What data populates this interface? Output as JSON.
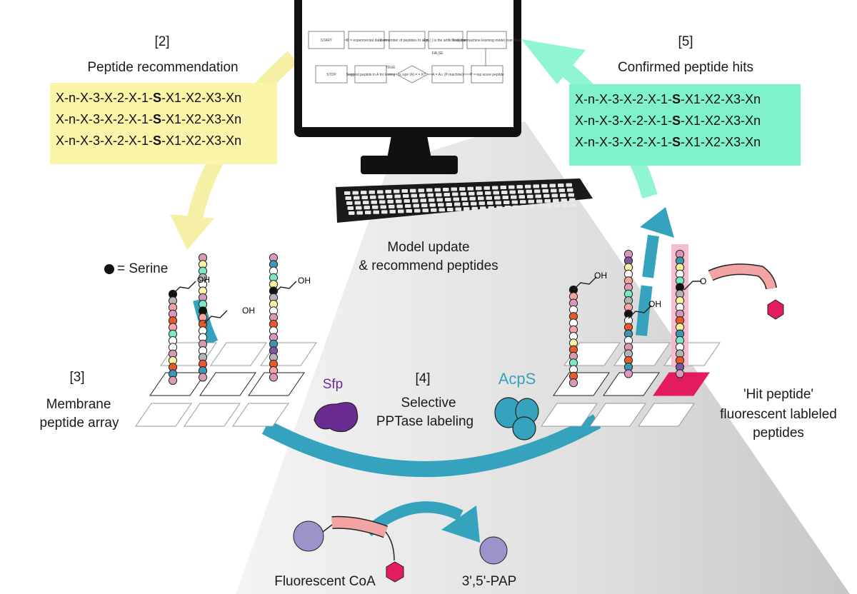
{
  "labels": {
    "step2_num": "[2]",
    "step2_title": "Peptide recommendation",
    "step5_num": "[5]",
    "step5_title": "Confirmed peptide hits",
    "serine_legend": "= Serine",
    "model_update_1": "Model update",
    "model_update_2": "& recommend peptides",
    "step3_num": "[3]",
    "step3_line1": "Membrane",
    "step3_line2": "peptide array",
    "step4_num": "[4]",
    "step4_line1": "Selective",
    "step4_line2": "PPTase labeling",
    "sfp": "Sfp",
    "acps": "AcpS",
    "hit_line1": "'Hit peptide'",
    "hit_line2": "fluorescent lableled",
    "hit_line3": "peptides",
    "fluorescent_coa": "Fluorescent CoA",
    "pap": "3',5'-PAP",
    "oh": "OH",
    "o": "O"
  },
  "sequences": {
    "prefix": "X-n-X-3-X-2-X-1-",
    "serine": "S",
    "suffix": "-X1-X2-X3-Xn",
    "recommended_rows": 3,
    "confirmed_rows": 3
  },
  "flowchart": {
    "row1": [
      "START",
      "D = experimental dataset",
      "K = number of peptides to suggest",
      "A = { } is the artificial dataset",
      "Train the machine learning model over D∪A"
    ],
    "row2": [
      "STOP",
      "Suggest peptide in A for testing",
      "Is size (A) = = K?",
      "A = A∪ {P machine}",
      "P = top score peptide"
    ],
    "true_label": "TRUE",
    "false_label": "FALSE"
  },
  "colors": {
    "teal": "#35a3bd",
    "yellow_box": "#fbf5a9",
    "yellow_arrow": "#f6f0a6",
    "green_box": "#7ff2ca",
    "green_arrow": "#8ff5d4",
    "purple": "#6b2c91",
    "magenta": "#e31c5f",
    "pink": "#f2a4a4",
    "lavender": "#9b93c9",
    "black": "#111111"
  },
  "bead_palette": [
    "#d99ab9",
    "#3c97b4",
    "#f5a3a3",
    "#f9f3a0",
    "#7be8c4",
    "#b5b5b5",
    "#e85a2a",
    "#7e57a1",
    "#ffffff"
  ]
}
